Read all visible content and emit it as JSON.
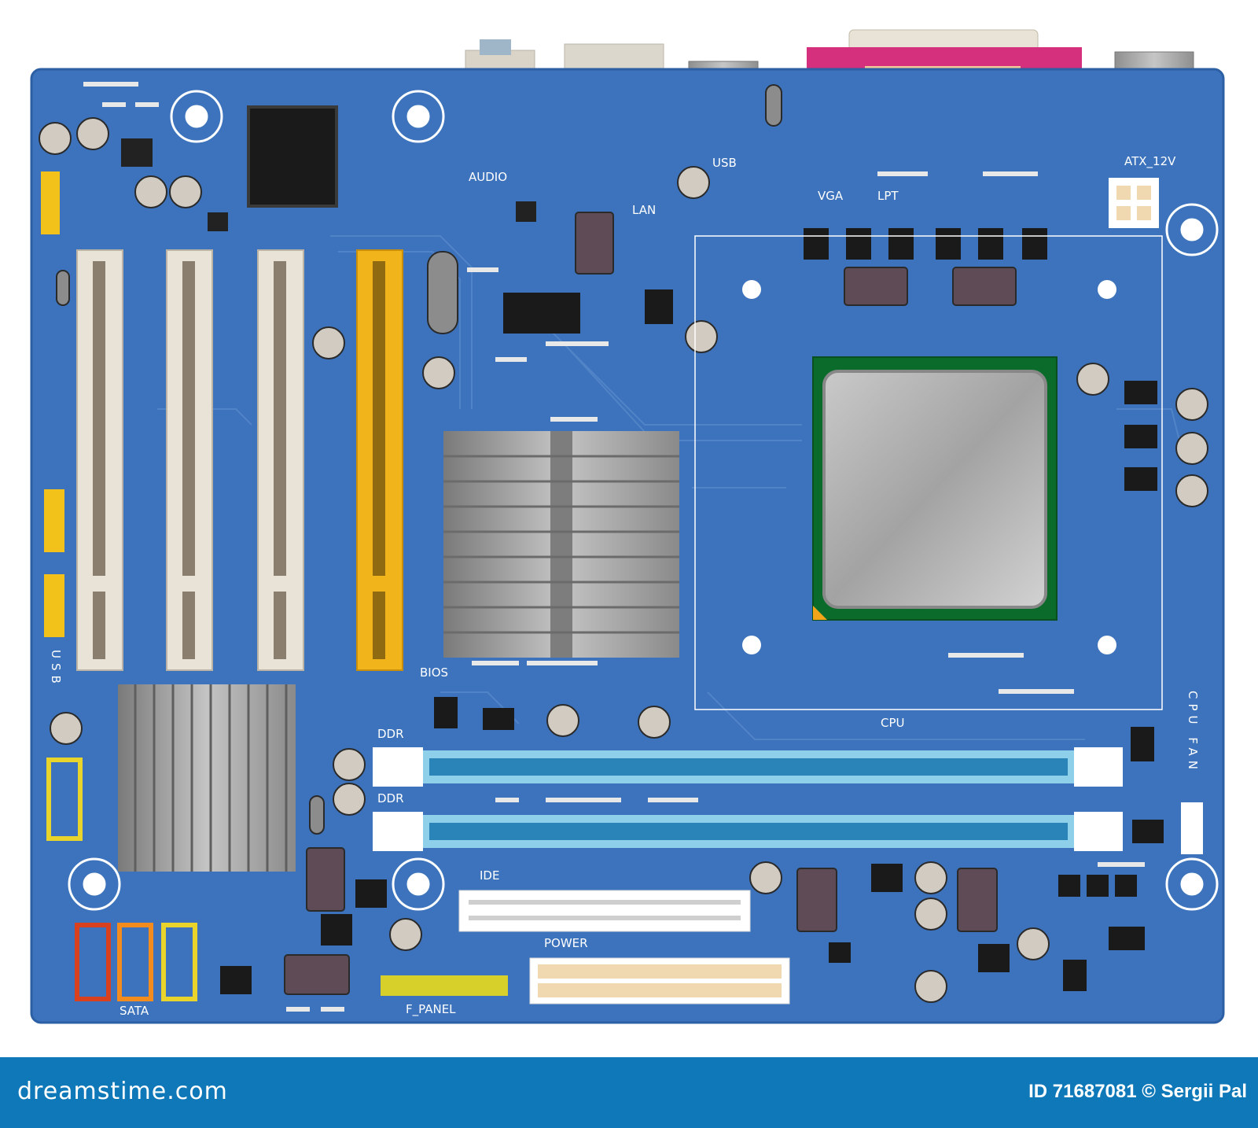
{
  "labels": {
    "audio": "AUDIO",
    "lan": "LAN",
    "usb_top": "USB",
    "vga": "VGA",
    "lpt": "LPT",
    "atx_12v": "ATX_12V",
    "usb_side": "USB",
    "bios": "BIOS",
    "cpu": "CPU",
    "cpu_fan": "CPU FAN",
    "ddr_1": "DDR",
    "ddr_2": "DDR",
    "ide": "IDE",
    "power": "POWER",
    "sata": "SATA",
    "f_panel": "F_PANEL"
  },
  "footer": {
    "brand": "dreamstime.com",
    "credit": "ID 71687081 © Sergii Pal"
  },
  "colors": {
    "board": "#3c73bc",
    "board_edge": "#2d5fa4",
    "cpu_socket": "#0b6b2a",
    "lpt_port": "#d4307e",
    "ram_slot": "#8ed0ea",
    "agp_slot": "#f2b41b",
    "footer": "#0f78b8"
  }
}
